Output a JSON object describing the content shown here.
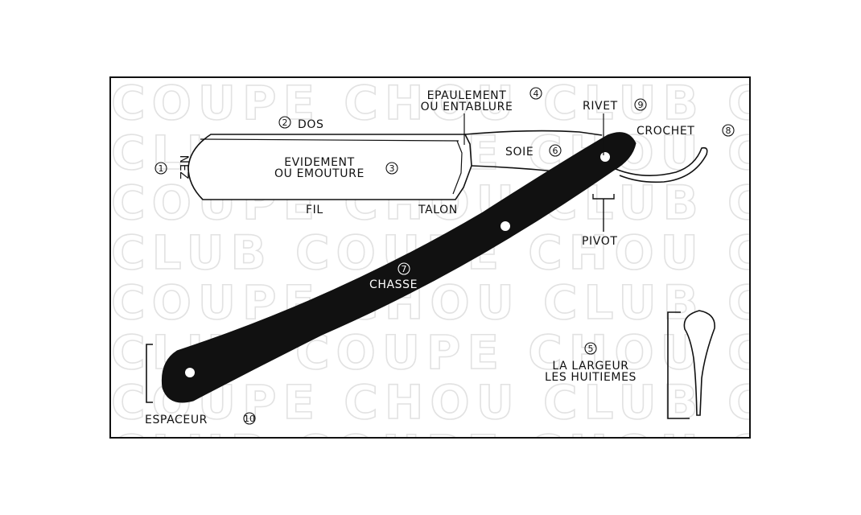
{
  "watermark": {
    "rows": [
      "COUPE CHOU CLUB COUPE",
      "CLUB COUPE CHOU CLUB",
      "COUPE CHOU CLUB COUPE",
      "CLUB COUPE CHOU CLUB",
      "COUPE CHOU CLUB COUPE",
      "CLUB COUPE CHOU CLUB",
      "COUPE CHOU CLUB COUPE",
      "CLUB COUPE CHOU CLUB"
    ]
  },
  "labels": {
    "dos": "DOS",
    "dos_num": "2",
    "epaulement_1": "EPAULEMENT",
    "epaulement_2": "OU ENTABLURE",
    "epaulement_num": "4",
    "rivet": "RIVET",
    "rivet_num": "9",
    "crochet": "CROCHET",
    "crochet_num": "8",
    "soie": "SOIE",
    "soie_num": "6",
    "nez": "NEZ",
    "nez_num": "1",
    "evidement_1": "EVIDEMENT",
    "evidement_2": "OU EMOUTURE",
    "evidement_num": "3",
    "fil": "FIL",
    "talon": "TALON",
    "pivot": "PIVOT",
    "chasse": "CHASSE",
    "chasse_num": "7",
    "largeur_num": "5",
    "largeur_1": "LA LARGEUR",
    "largeur_2": "LES HUITIEMES",
    "espaceur": "ESPACEUR",
    "espaceur_num": "10"
  },
  "colors": {
    "ink": "#111111",
    "watermark": "#e2e2e2",
    "background": "#ffffff"
  }
}
